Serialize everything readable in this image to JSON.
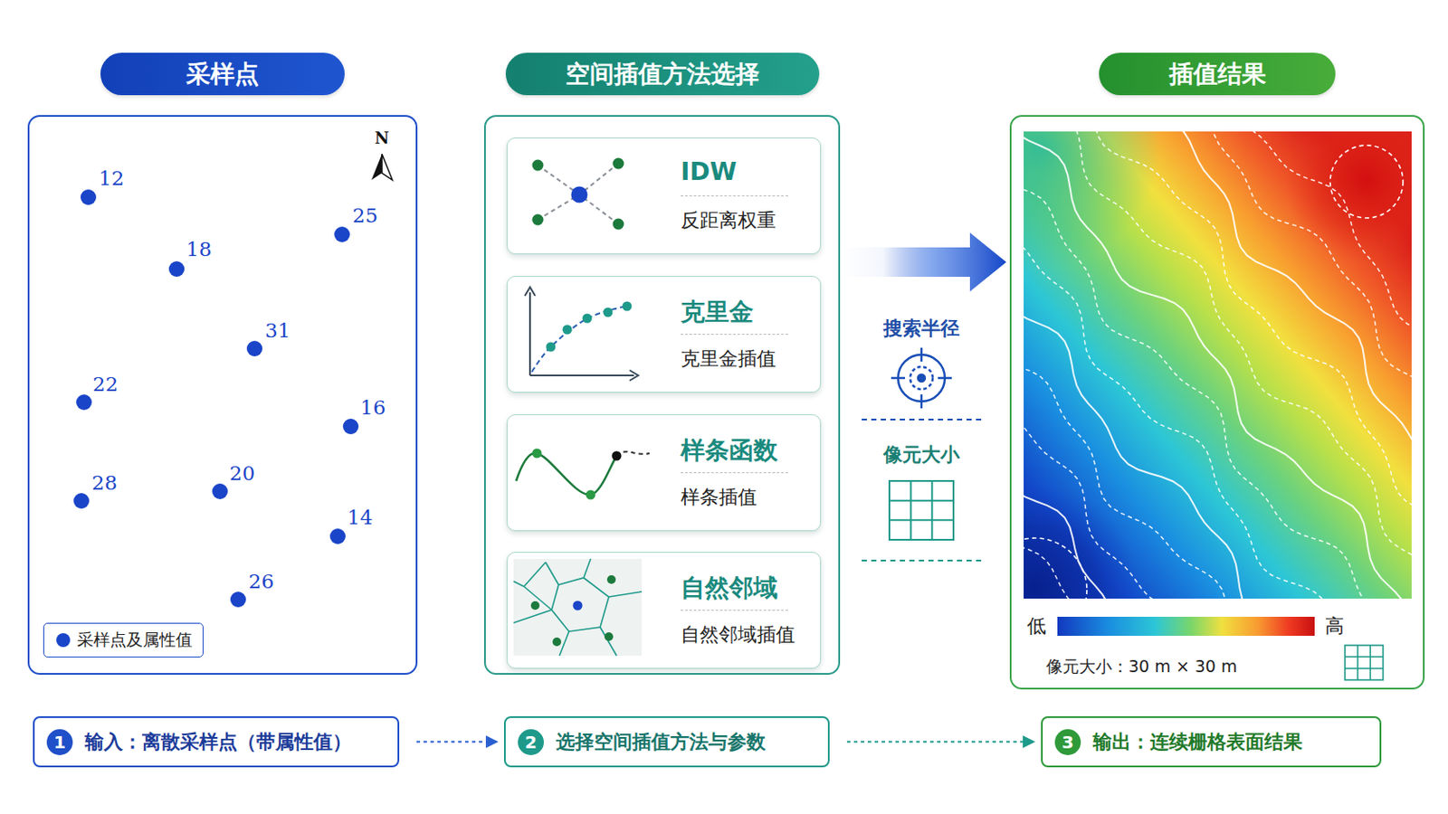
{
  "diagram": {
    "nodes": [
      {
        "text": [
          "采样点"
        ]
      },
      {
        "text": [
          "空间插值方法选择"
        ]
      },
      {
        "text": [
          "IDW",
          "反距离权重"
        ],
        "in": 1
      },
      {
        "text": [
          "克里金",
          "克里金插值"
        ],
        "in": 1
      },
      {
        "text": [
          "样条函数",
          "样条插值"
        ],
        "in": 1
      },
      {
        "text": [
          "自然邻域",
          "自然邻域插值"
        ],
        "in": 1
      },
      {
        "text": [
          "插值结果"
        ]
      },
      {
        "text": [
          "1",
          "输入：离散采样点（带属性值）"
        ]
      },
      {
        "text": [
          "2",
          "选择空间插值方法与参数"
        ]
      },
      {
        "text": [
          "3",
          "输出：连续栅格表面结果"
        ]
      }
    ],
    "edges": [
      {
        "from": 1,
        "to": 6,
        "arrow": "to"
      },
      {
        "from": 7,
        "to": 8,
        "arrow": "to"
      },
      {
        "from": 8,
        "to": 9,
        "arrow": "to"
      }
    ],
    "labels": [
      "N",
      "12",
      "25",
      "18",
      "31",
      "22",
      "16",
      "28",
      "20",
      "14",
      "26",
      "搜索半径",
      "像元大小",
      "低",
      "高",
      "像元大小：30 m × 30 m"
    ],
    "legend": [
      {
        "text": "采样点及属性值",
        "color": "#1a45c8"
      }
    ]
  }
}
